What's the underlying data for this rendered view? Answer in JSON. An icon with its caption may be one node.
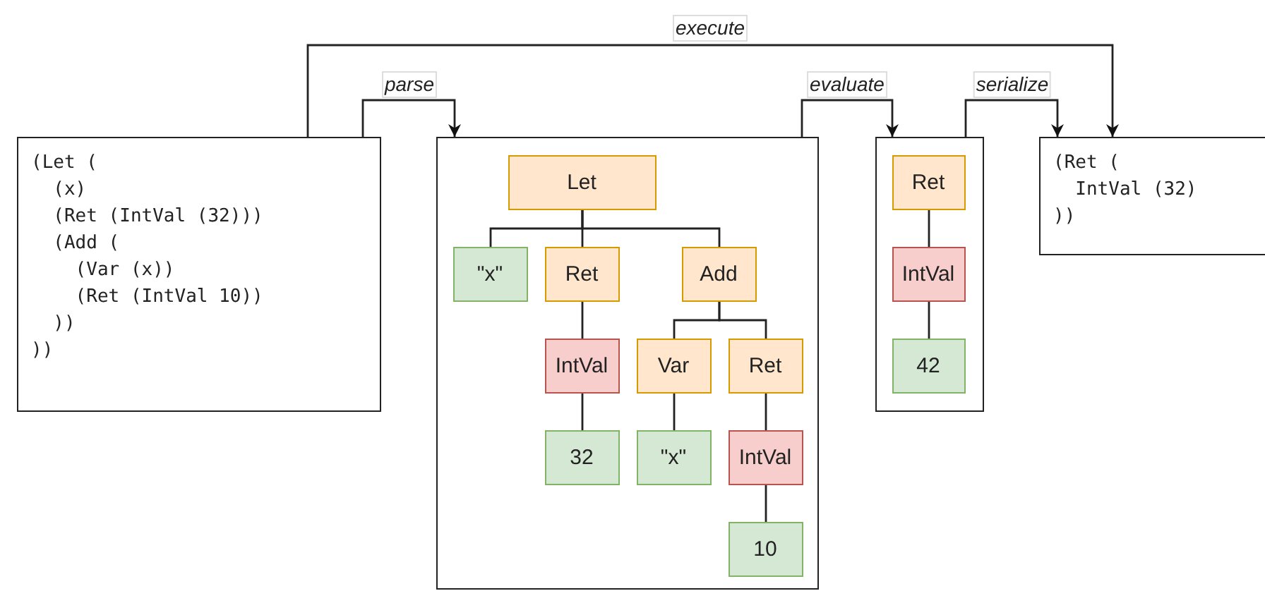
{
  "diagram": {
    "nodes": [
      {
        "text": [
          "(Let (",
          "  (x)",
          "  (Ret (IntVal (32)))",
          "  (Add (",
          "    (Var (x))",
          "    (Ret (IntVal 10))",
          "  ))",
          "))"
        ]
      },
      {
        "text": [],
        "shape": "box"
      },
      {
        "text": [
          "Let"
        ],
        "in": 1
      },
      {
        "text": [
          "\"x\""
        ],
        "in": 1
      },
      {
        "text": [
          "Ret"
        ],
        "in": 1
      },
      {
        "text": [
          "Add"
        ],
        "in": 1
      },
      {
        "text": [
          "IntVal"
        ],
        "in": 1
      },
      {
        "text": [
          "Var"
        ],
        "in": 1
      },
      {
        "text": [
          "Ret"
        ],
        "in": 1
      },
      {
        "text": [
          "32"
        ],
        "in": 1
      },
      {
        "text": [
          "\"x\""
        ],
        "in": 1
      },
      {
        "text": [
          "IntVal"
        ],
        "in": 1
      },
      {
        "text": [
          "10"
        ],
        "in": 1
      },
      {
        "text": [],
        "shape": "box"
      },
      {
        "text": [
          "Ret"
        ],
        "in": 13
      },
      {
        "text": [
          "IntVal"
        ],
        "in": 13
      },
      {
        "text": [
          "42"
        ],
        "in": 13
      },
      {
        "text": [
          "(Ret (",
          "  IntVal (32)",
          "))"
        ]
      }
    ],
    "edges": [
      {
        "from": 0,
        "to": 1,
        "arrow": "to",
        "label": "parse"
      },
      {
        "from": 1,
        "to": 13,
        "arrow": "to",
        "label": "evaluate"
      },
      {
        "from": 13,
        "to": 17,
        "arrow": "to",
        "label": "serialize"
      },
      {
        "from": 0,
        "to": 17,
        "arrow": "to",
        "label": "execute"
      },
      {
        "from": 2,
        "to": 3,
        "arrow": "none"
      },
      {
        "from": 2,
        "to": 4,
        "arrow": "none"
      },
      {
        "from": 2,
        "to": 5,
        "arrow": "none"
      },
      {
        "from": 4,
        "to": 6,
        "arrow": "none"
      },
      {
        "from": 6,
        "to": 9,
        "arrow": "none"
      },
      {
        "from": 5,
        "to": 7,
        "arrow": "none"
      },
      {
        "from": 5,
        "to": 8,
        "arrow": "none"
      },
      {
        "from": 7,
        "to": 10,
        "arrow": "none"
      },
      {
        "from": 8,
        "to": 11,
        "arrow": "none"
      },
      {
        "from": 11,
        "to": 12,
        "arrow": "none"
      },
      {
        "from": 14,
        "to": 15,
        "arrow": "none"
      },
      {
        "from": 15,
        "to": 16,
        "arrow": "none"
      }
    ]
  }
}
